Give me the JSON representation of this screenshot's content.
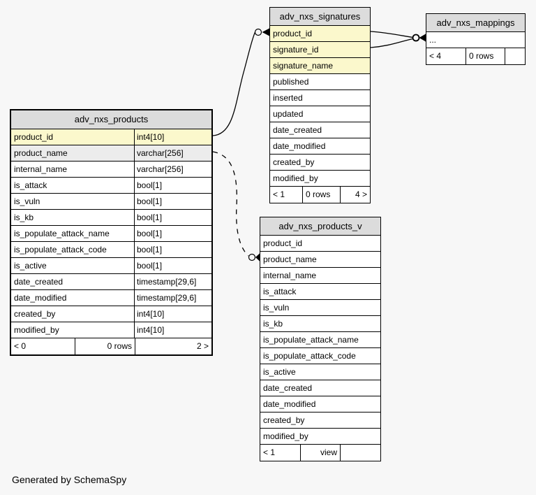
{
  "footer_note": "Generated by SchemaSpy",
  "colors": {
    "background": "#f7f7f7",
    "table_header": "#dcdcdc",
    "primary_key_row": "#fbf8cc",
    "indexed_row": "#ececec",
    "border": "#000000"
  },
  "tables": [
    {
      "id": "adv_nxs_products",
      "title": "adv_nxs_products",
      "columns": [
        {
          "name": "product_id",
          "type": "int4[10]",
          "style": "key"
        },
        {
          "name": "product_name",
          "type": "varchar[256]",
          "style": "indexed"
        },
        {
          "name": "internal_name",
          "type": "varchar[256]",
          "style": "plain"
        },
        {
          "name": "is_attack",
          "type": "bool[1]",
          "style": "plain"
        },
        {
          "name": "is_vuln",
          "type": "bool[1]",
          "style": "plain"
        },
        {
          "name": "is_kb",
          "type": "bool[1]",
          "style": "plain"
        },
        {
          "name": "is_populate_attack_name",
          "type": "bool[1]",
          "style": "plain"
        },
        {
          "name": "is_populate_attack_code",
          "type": "bool[1]",
          "style": "plain"
        },
        {
          "name": "is_active",
          "type": "bool[1]",
          "style": "plain"
        },
        {
          "name": "date_created",
          "type": "timestamp[29,6]",
          "style": "plain"
        },
        {
          "name": "date_modified",
          "type": "timestamp[29,6]",
          "style": "plain"
        },
        {
          "name": "created_by",
          "type": "int4[10]",
          "style": "plain"
        },
        {
          "name": "modified_by",
          "type": "int4[10]",
          "style": "plain"
        }
      ],
      "footer": [
        "< 0",
        "0 rows",
        "2 >"
      ]
    },
    {
      "id": "adv_nxs_signatures",
      "title": "adv_nxs_signatures",
      "columns": [
        {
          "name": "product_id",
          "style": "key"
        },
        {
          "name": "signature_id",
          "style": "key"
        },
        {
          "name": "signature_name",
          "style": "key"
        },
        {
          "name": "published",
          "style": "plain"
        },
        {
          "name": "inserted",
          "style": "plain"
        },
        {
          "name": "updated",
          "style": "plain"
        },
        {
          "name": "date_created",
          "style": "plain"
        },
        {
          "name": "date_modified",
          "style": "plain"
        },
        {
          "name": "created_by",
          "style": "plain"
        },
        {
          "name": "modified_by",
          "style": "plain"
        }
      ],
      "footer": [
        "< 1",
        "0 rows",
        "4 >"
      ]
    },
    {
      "id": "adv_nxs_mappings",
      "title": "adv_nxs_mappings",
      "columns": [
        {
          "name": "...",
          "style": "plain"
        }
      ],
      "footer": [
        "< 4",
        "0 rows",
        ""
      ]
    },
    {
      "id": "adv_nxs_products_v",
      "title": "adv_nxs_products_v",
      "columns": [
        {
          "name": "product_id",
          "style": "plain"
        },
        {
          "name": "product_name",
          "style": "plain"
        },
        {
          "name": "internal_name",
          "style": "plain"
        },
        {
          "name": "is_attack",
          "style": "plain"
        },
        {
          "name": "is_vuln",
          "style": "plain"
        },
        {
          "name": "is_kb",
          "style": "plain"
        },
        {
          "name": "is_populate_attack_name",
          "style": "plain"
        },
        {
          "name": "is_populate_attack_code",
          "style": "plain"
        },
        {
          "name": "is_active",
          "style": "plain"
        },
        {
          "name": "date_created",
          "style": "plain"
        },
        {
          "name": "date_modified",
          "style": "plain"
        },
        {
          "name": "created_by",
          "style": "plain"
        },
        {
          "name": "modified_by",
          "style": "plain"
        }
      ],
      "footer": [
        "< 1",
        "view",
        ""
      ]
    }
  ],
  "relationships": [
    {
      "from": "adv_nxs_products.product_id",
      "to": "adv_nxs_signatures.product_id",
      "style": "solid"
    },
    {
      "from": "adv_nxs_signatures.product_id",
      "to": "adv_nxs_mappings",
      "style": "solid"
    },
    {
      "from": "adv_nxs_signatures.signature_id",
      "to": "adv_nxs_mappings",
      "style": "solid"
    },
    {
      "from": "adv_nxs_products.product_name",
      "to": "adv_nxs_products_v.product_name",
      "style": "dashed"
    }
  ]
}
